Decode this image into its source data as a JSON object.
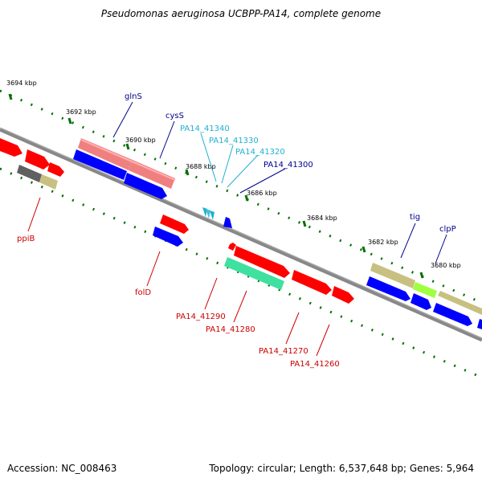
{
  "title": "Pseudomonas aeruginosa UCBPP-PA14, complete genome",
  "footer": {
    "accession": "Accession: NC_008463",
    "topology": "Topology: circular; Length: 6,537,648 bp; Genes: 5,964"
  },
  "colors": {
    "red": "#ff0000",
    "blue": "#0000ff",
    "pink": "#f08080",
    "olive": "#c8c080",
    "green": "#40e0a0",
    "lime": "#a0ff40",
    "gray": "#666666",
    "tick": "#007000",
    "label_dark_blue": "#00008b",
    "label_cyan": "#20b0d0",
    "label_red": "#cc0000"
  },
  "ticks": [
    "3694 kbp",
    "3692 kbp",
    "3690 kbp",
    "3688 kbp",
    "3686 kbp",
    "3684 kbp",
    "3682 kbp",
    "3680 kbp"
  ],
  "labels": {
    "glnS": "glnS",
    "cysS": "cysS",
    "pa41340": "PA14_41340",
    "pa41330": "PA14_41330",
    "pa41320": "PA14_41320",
    "pa41300": "PA14_41300",
    "tig": "tig",
    "clpP": "clpP",
    "ppiB": "ppiB",
    "folD": "folD",
    "pa41290": "PA14_41290",
    "pa41280": "PA14_41280",
    "pa41270": "PA14_41270",
    "pa41260": "PA14_41260"
  }
}
